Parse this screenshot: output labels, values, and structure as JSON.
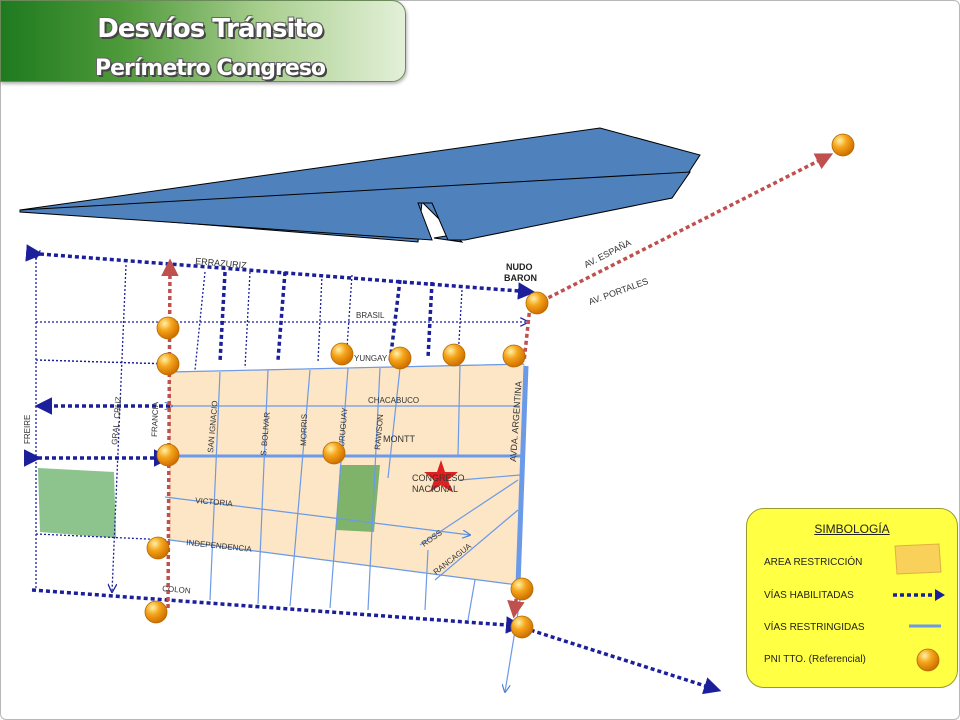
{
  "header": {
    "title": "Desvíos Tránsito",
    "subtitle": "Perímetro Congreso"
  },
  "streets": {
    "errazuriz": "ERRAZURIZ",
    "brasil": "BRASIL",
    "yungay": "YUNGAY",
    "chacabuco": "CHACABUCO",
    "montt": "MONTT",
    "victoria": "VICTORIA",
    "independencia": "INDEPENDENCIA",
    "colon": "COLON",
    "ross": "ROSS",
    "rancagua": "RANCAGUA",
    "freire": "FREIRE",
    "gral_cruz": "GRAL. CRUZ",
    "francia": "FRANCIA",
    "san_ignacio": "SAN IGNACIO",
    "s_bolivar": "S. BOLIVAR",
    "morris": "MORRIS",
    "uruguay": "URUGUAY",
    "rawson": "RAWSON",
    "avda_argentina": "AVDA. ARGENTINA",
    "av_espana": "AV. ESPAÑA",
    "av_portales": "AV. PORTALES",
    "nudo_baron_1": "NUDO",
    "nudo_baron_2": "BARON"
  },
  "landmark": {
    "line1": "CONGRESO",
    "line2": "NACIONAL"
  },
  "legend": {
    "title": "SIMBOLOGÍA",
    "items": [
      {
        "label": "AREA RESTRICCIÓN"
      },
      {
        "label": "VÍAS HABILITADAS"
      },
      {
        "label": "VÍAS RESTRINGIDAS"
      },
      {
        "label": "PNI TTO. (Referencial)"
      }
    ]
  },
  "colors": {
    "restriction_area": "#fde6c6",
    "enabled_route": "#1b1f9c",
    "restricted_route": "#6b9ae8",
    "detour_route": "#c0504d",
    "control_point": "#f5a51b",
    "sea": "#4f81bd",
    "park": "#8dc38d",
    "landmark_star": "#e02020",
    "legend_bg": "#ffff44"
  }
}
